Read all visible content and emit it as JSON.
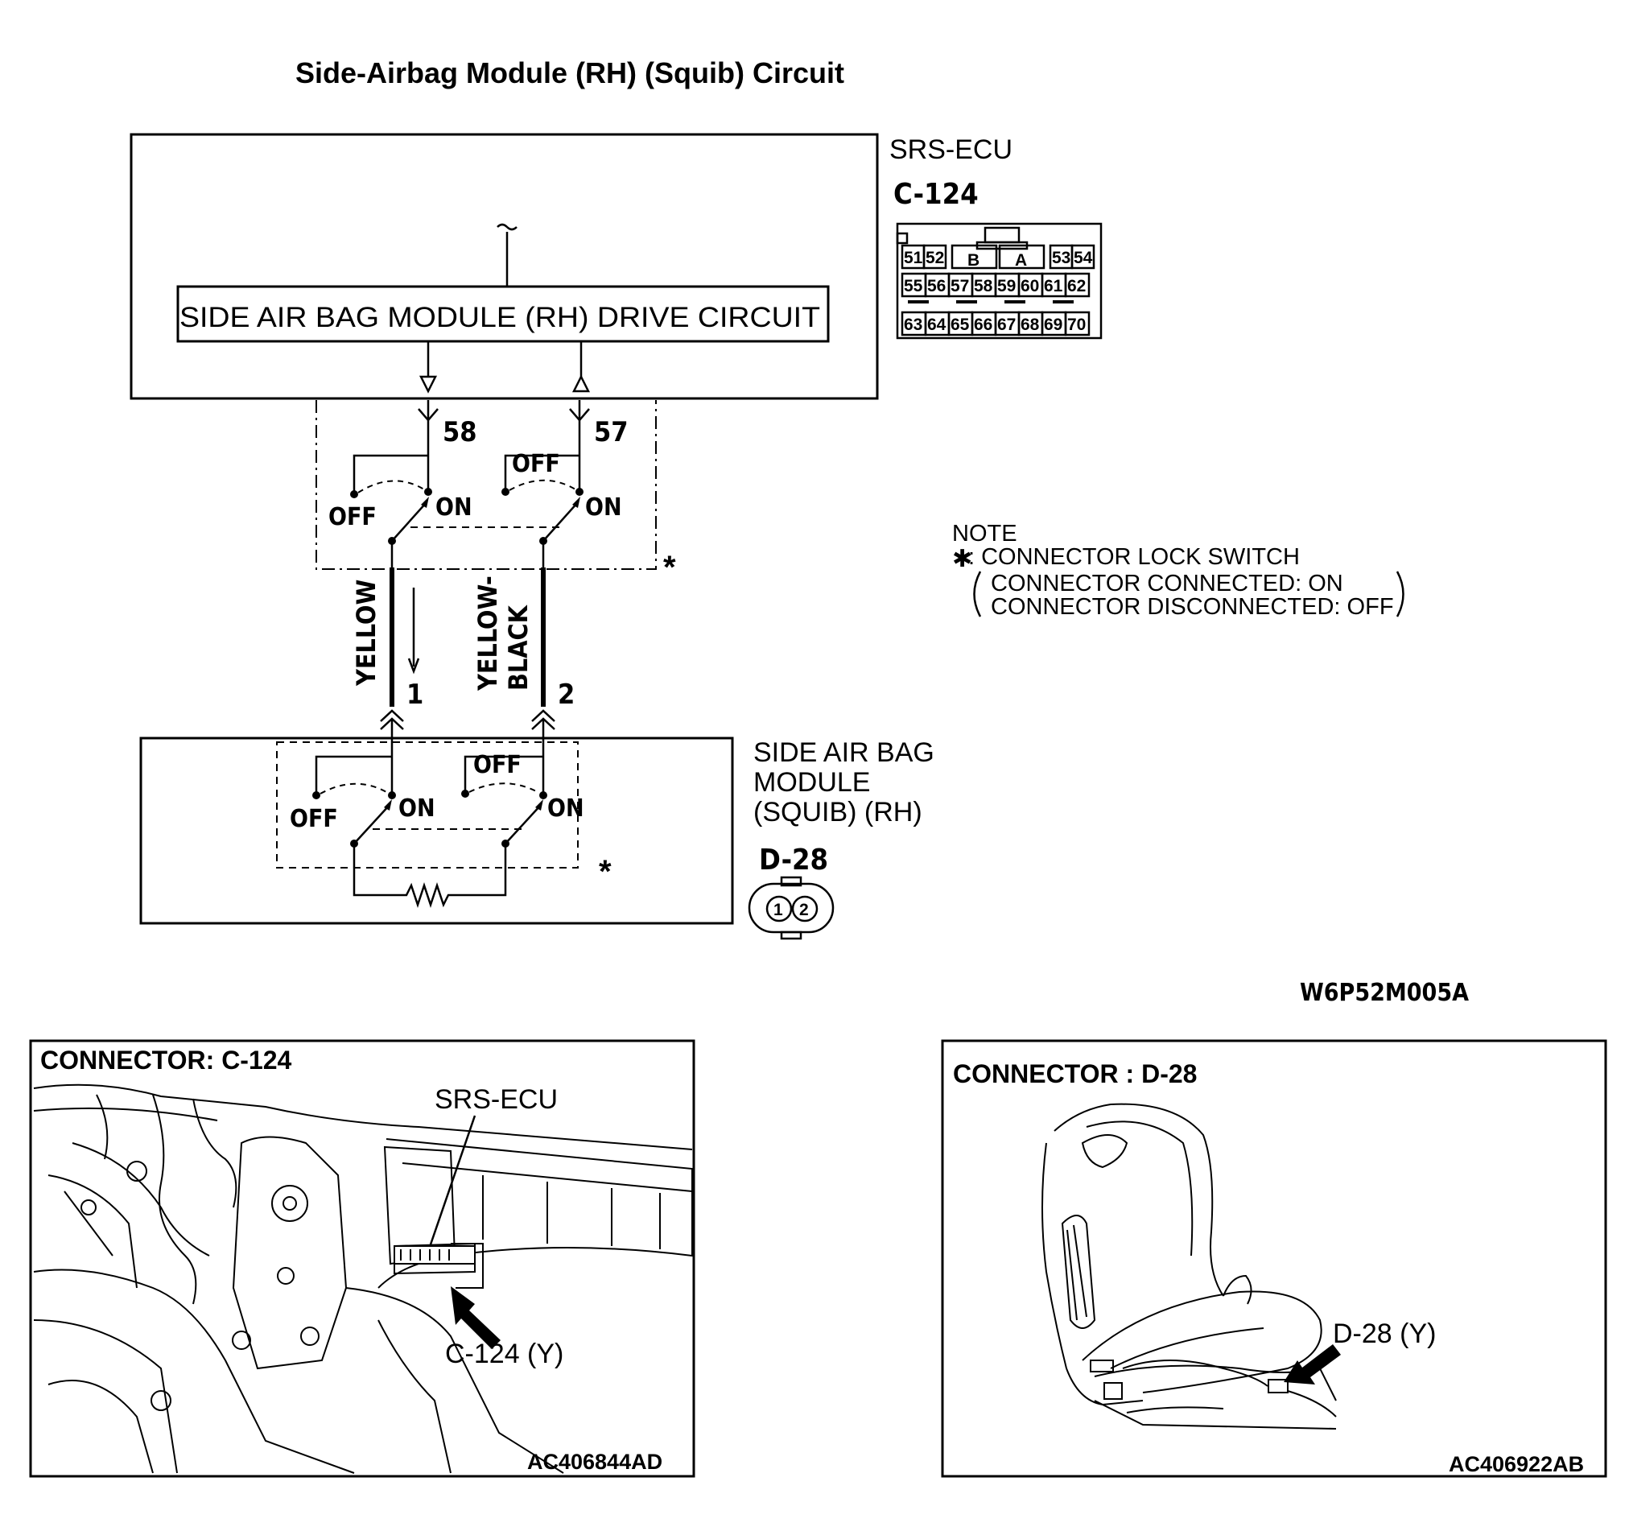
{
  "title": "Side-Airbag Module (RH) (Squib) Circuit",
  "ecu": {
    "name": "SRS-ECU",
    "connector": "C-124",
    "drive_circuit_label": "SIDE AIR BAG MODULE (RH)  DRIVE CIRCUIT",
    "pin_left": "58",
    "pin_right": "57",
    "connector_pins": {
      "row1_left": [
        "51",
        "52"
      ],
      "row1_mid": [
        "B",
        "A"
      ],
      "row1_right": [
        "53",
        "54"
      ],
      "row2": [
        "55",
        "56",
        "57",
        "58",
        "59",
        "60",
        "61",
        "62"
      ],
      "row3": [
        "63",
        "64",
        "65",
        "66",
        "67",
        "68",
        "69",
        "70"
      ]
    }
  },
  "switch_labels": {
    "off": "OFF",
    "on": "ON"
  },
  "lock_mark": "*",
  "wires": {
    "left_color": "YELLOW",
    "left_pin": "1",
    "right_color_line1": "YELLOW-",
    "right_color_line2": "BLACK",
    "right_pin": "2"
  },
  "module": {
    "name_line1": "SIDE AIR BAG",
    "name_line2": "MODULE",
    "name_line3": "(SQUIB) (RH)",
    "connector": "D-28",
    "pins": [
      "1",
      "2"
    ]
  },
  "note": {
    "heading": "NOTE",
    "star": "✱",
    "line1": ": CONNECTOR LOCK SWITCH",
    "line2": "CONNECTOR CONNECTED: ON",
    "line3": "CONNECTOR DISCONNECTED: OFF"
  },
  "figure_code": "W6P52M005A",
  "photo_left": {
    "heading": "CONNECTOR: C-124",
    "label_ecu": "SRS-ECU",
    "label_connector": "C-124 (Y)",
    "code": "AC406844AD"
  },
  "photo_right": {
    "heading": "CONNECTOR : D-28",
    "label_connector": "D-28 (Y)",
    "code": "AC406922AB"
  }
}
